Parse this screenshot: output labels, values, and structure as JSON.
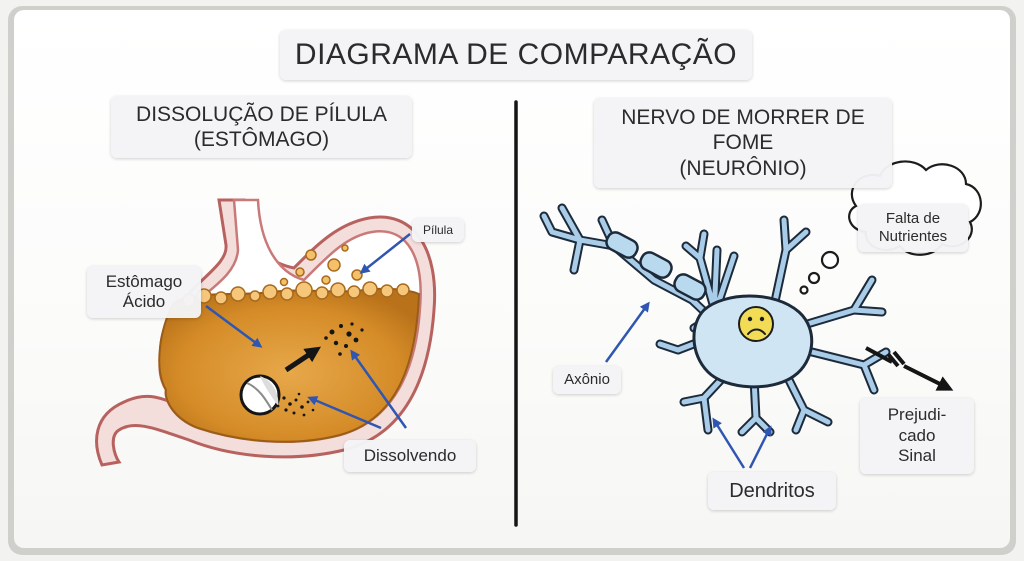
{
  "diagram": {
    "title": "DIAGRAMA DE COMPARAÇÃO",
    "left_panel": {
      "heading_line1": "DISSOLUÇÃO DE PÍLULA",
      "heading_line2": "(ESTÔMAGO)",
      "labels": {
        "pill": "Pílula",
        "acid_line1": "Estômago",
        "acid_line2": "Ácido",
        "dissolving": "Dissolvendo"
      }
    },
    "right_panel": {
      "heading_line1": "NERVO DE MORRER DE",
      "heading_line2": "FOME",
      "heading_line3": "(NEURÔNIO)",
      "labels": {
        "nutrients_line1": "Falta de",
        "nutrients_line2": "Nutrientes",
        "axon": "Axônio",
        "dendrites": "Dendritos",
        "signal_line1": "Prejudi-",
        "signal_line2": "cado",
        "signal_line3": "Sinal"
      }
    }
  },
  "colors": {
    "acid": "#d9952e",
    "stomach_wall": "#c97a78",
    "neuron": "#a9cde8",
    "arrow": "#2f56b0",
    "ink": "#151515",
    "face": "#f2dc55"
  }
}
